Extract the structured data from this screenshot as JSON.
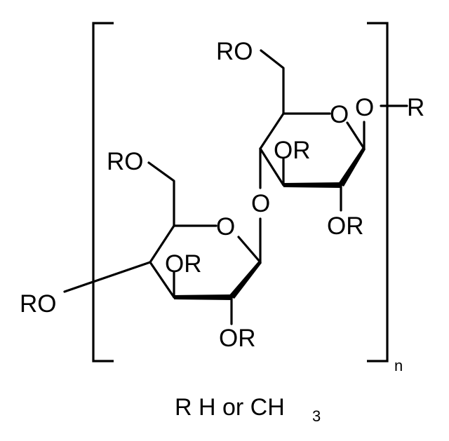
{
  "structure": {
    "labels": {
      "ro_top": "RO",
      "ring_o_right": "O",
      "anomeric_o": "O",
      "r_end": "R",
      "or_right_c3": "OR",
      "or_right_c2": "OR",
      "ro_left_c6": "RO",
      "glycosidic_o": "O",
      "ring_o_left": "O",
      "or_left_c3": "OR",
      "ro_left_c4": "RO",
      "or_left_c2": "OR"
    },
    "repeat_subscript": "n",
    "legend": {
      "r": "R",
      "h_or": "H or CH",
      "subscript_3": "3"
    }
  }
}
